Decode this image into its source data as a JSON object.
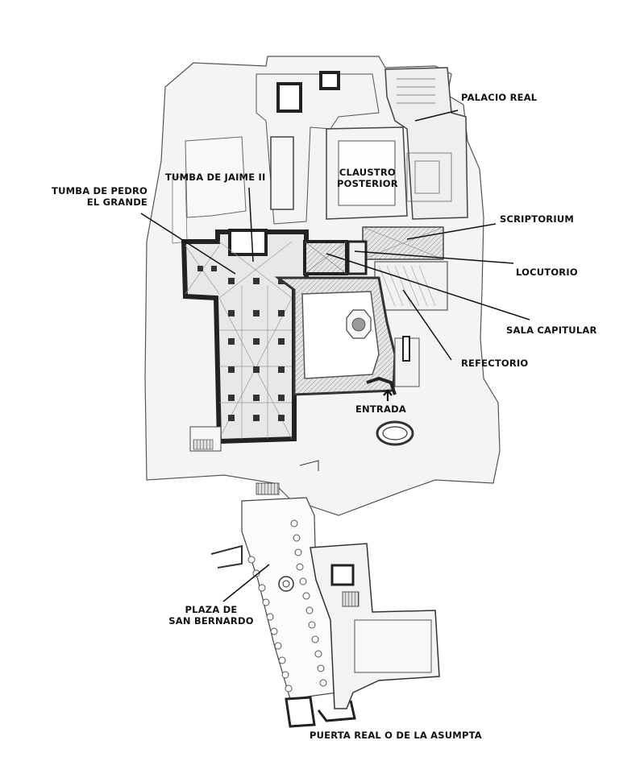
{
  "labels": {
    "palacio_real": "PALACIO REAL",
    "claustro_posterior": [
      "CLAUSTRO",
      "POSTERIOR"
    ],
    "tumba_jaime": "TUMBA DE JAIME II",
    "tumba_pedro": [
      "TUMBA DE PEDRO",
      "EL GRANDE"
    ],
    "scriptorium": "SCRIPTORIUM",
    "locutorio": "LOCUTORIO",
    "sala_capitular": "SALA CAPITULAR",
    "refectorio": "REFECTORIO",
    "entrada": "ENTRADA",
    "plaza": [
      "PLAZA DE",
      "SAN BERNARDO"
    ],
    "puerta": "PUERTA REAL O DE LA ASUMPTA"
  }
}
